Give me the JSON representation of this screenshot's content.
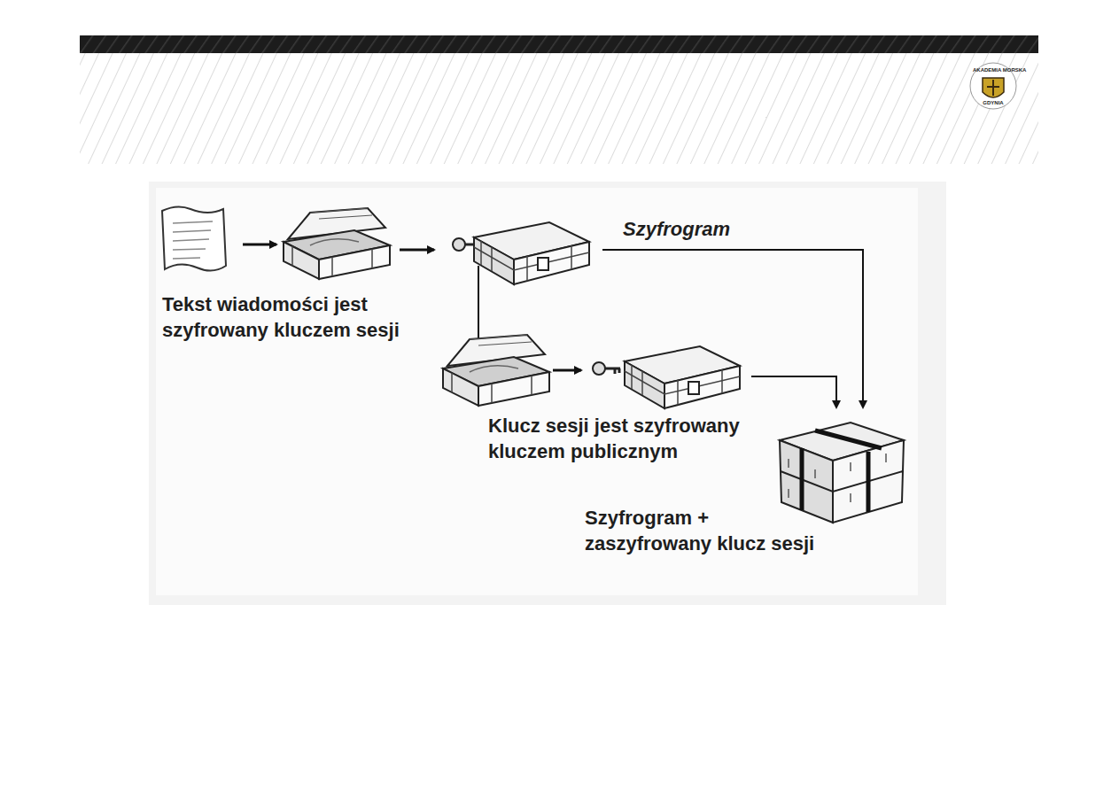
{
  "diagram": {
    "labels": [
      "AKADEMIA MORSKA",
      "GDYNIA",
      "Tekst wiadomości jest szyfrowany kluczem sesji",
      "Szyfrogram",
      "Klucz sesji jest szyfrowany kluczem publicznym",
      "Szyfrogram + zaszyfrowany klucz sesji"
    ]
  }
}
